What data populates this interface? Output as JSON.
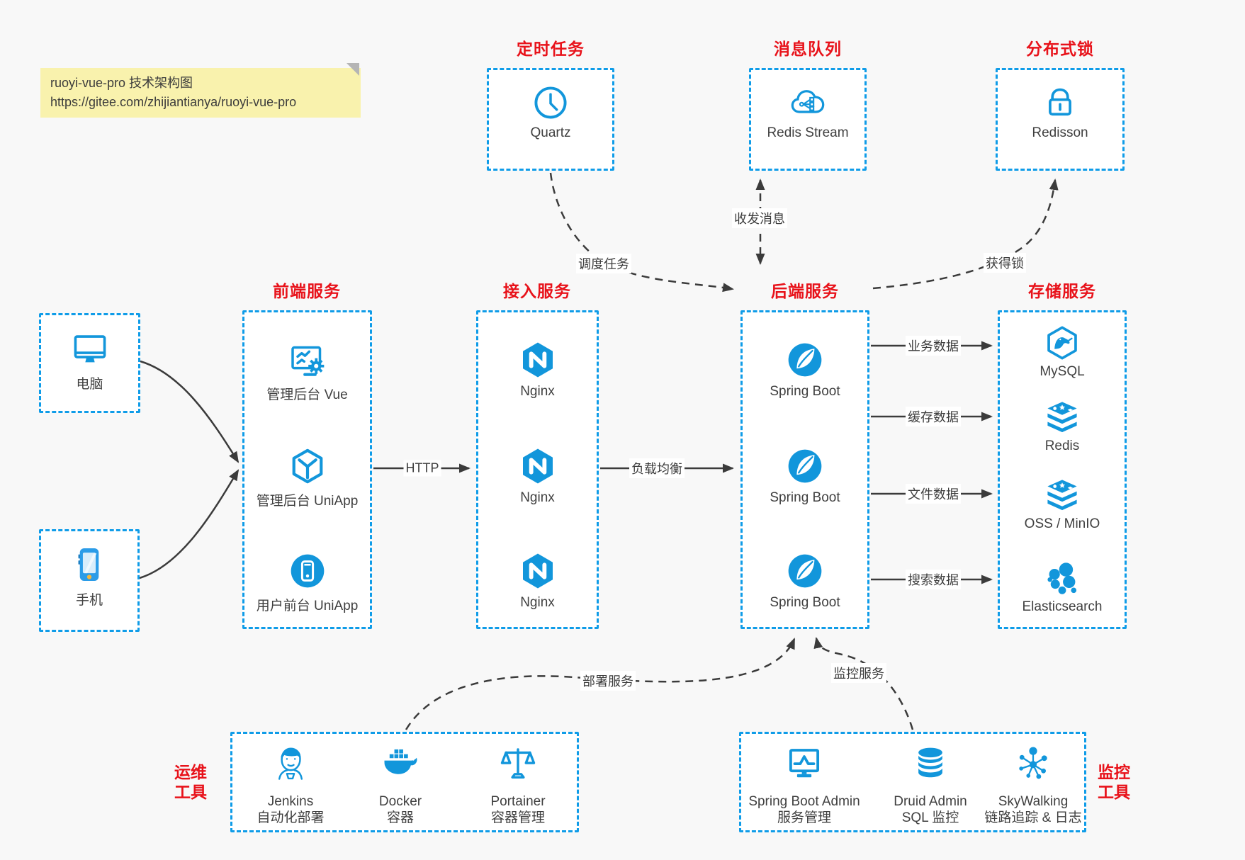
{
  "note": {
    "line1": "ruoyi-vue-pro 技术架构图",
    "line2": "https://gitee.com/zhijiantianya/ruoyi-vue-pro"
  },
  "clients": [
    {
      "label": "电脑",
      "icon": "desktop-icon"
    },
    {
      "label": "手机",
      "icon": "smartphone-icon"
    }
  ],
  "top_groups": [
    {
      "title": "定时任务",
      "item": {
        "label": "Quartz",
        "icon": "clock-icon"
      }
    },
    {
      "title": "消息队列",
      "item": {
        "label": "Redis Stream",
        "icon": "cloud-share-icon"
      }
    },
    {
      "title": "分布式锁",
      "item": {
        "label": "Redisson",
        "icon": "lock-icon"
      }
    }
  ],
  "columns": [
    {
      "title": "前端服务",
      "items": [
        {
          "label": "管理后台 Vue",
          "icon": "admin-vue-icon"
        },
        {
          "label": "管理后台 UniApp",
          "icon": "uniapp-cube-icon"
        },
        {
          "label": "用户前台 UniApp",
          "icon": "user-uniapp-icon"
        }
      ]
    },
    {
      "title": "接入服务",
      "items": [
        {
          "label": "Nginx",
          "icon": "nginx-icon"
        },
        {
          "label": "Nginx",
          "icon": "nginx-icon"
        },
        {
          "label": "Nginx",
          "icon": "nginx-icon"
        }
      ]
    },
    {
      "title": "后端服务",
      "items": [
        {
          "label": "Spring Boot",
          "icon": "springboot-icon"
        },
        {
          "label": "Spring Boot",
          "icon": "springboot-icon"
        },
        {
          "label": "Spring Boot",
          "icon": "springboot-icon"
        }
      ]
    },
    {
      "title": "存储服务",
      "items": [
        {
          "label": "MySQL",
          "icon": "mysql-icon"
        },
        {
          "label": "Redis",
          "icon": "redis-stack-icon"
        },
        {
          "label": "OSS / MinIO",
          "icon": "storage-stack-icon"
        },
        {
          "label": "Elasticsearch",
          "icon": "elasticsearch-icon"
        }
      ]
    }
  ],
  "bottom_groups": [
    {
      "side_label": [
        "运维",
        "工具"
      ],
      "items": [
        {
          "label": "Jenkins",
          "sub": "自动化部署",
          "icon": "jenkins-icon"
        },
        {
          "label": "Docker",
          "sub": "容器",
          "icon": "docker-icon"
        },
        {
          "label": "Portainer",
          "sub": "容器管理",
          "icon": "portainer-scales-icon"
        }
      ]
    },
    {
      "side_label": [
        "监控",
        "工具"
      ],
      "items": [
        {
          "label": "Spring Boot Admin",
          "sub": "服务管理",
          "icon": "monitor-chart-icon"
        },
        {
          "label": "Druid Admin",
          "sub": "SQL 监控",
          "icon": "database-icon"
        },
        {
          "label": "SkyWalking",
          "sub": "链路追踪 & 日志",
          "icon": "network-nodes-icon"
        }
      ]
    }
  ],
  "edge_labels": {
    "http": "HTTP",
    "load_balance": "负载均衡",
    "schedule": "调度任务",
    "message": "收发消息",
    "lock": "获得锁",
    "business": "业务数据",
    "cache": "缓存数据",
    "file": "文件数据",
    "search": "搜索数据",
    "deploy": "部署服务",
    "monitor": "监控服务"
  },
  "colors": {
    "canvas_bg": "#f8f8f8",
    "box_border_blue": "#0f9ce8",
    "icon_blue": "#1296db",
    "title_red": "#e8121a",
    "connector_dark": "#3b3b3b",
    "note_bg": "#f9f2ad"
  }
}
